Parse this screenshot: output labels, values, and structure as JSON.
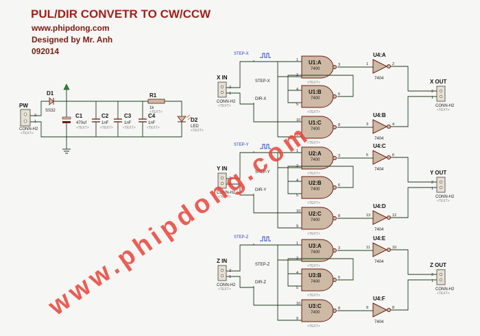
{
  "header": {
    "title": "PUL/DIR CONVETR TO CW/CCW",
    "website": "www.phipdong.com",
    "author": "Designed by Mr. Anh",
    "code": "092014"
  },
  "watermark": "www.phipdong.com",
  "power": {
    "connector_label": "PW",
    "connector_type": "CONN-H2",
    "text_tag": "<TEXT>",
    "pins": [
      "2",
      "1"
    ],
    "diode_ref": "D1",
    "diode_type": "SS32",
    "caps": [
      {
        "ref": "C1",
        "value": "470uf",
        "tag": "<TEXT>"
      },
      {
        "ref": "C2",
        "value": "1nF",
        "tag": "<TEXT>"
      },
      {
        "ref": "C3",
        "value": "1nF",
        "tag": "<TEXT>"
      },
      {
        "ref": "C4",
        "value": "1nF",
        "tag": "<TEXT>"
      }
    ],
    "resistor": {
      "ref": "R1",
      "value": "1k",
      "tag": "<TEXT>"
    },
    "led": {
      "ref": "D2",
      "type": "LED",
      "tag": "<TEXT>"
    }
  },
  "channels": [
    {
      "in_label": "X IN",
      "out_label": "X OUT",
      "conn": "CONN-H2",
      "tag": "<TEXT>",
      "step_probe": "STEP-X",
      "step_net": "STEP-X",
      "dir_net": "DIR-X",
      "gates": [
        {
          "ref": "U1:A",
          "type": "7400",
          "pins": [
            "1",
            "2",
            "3"
          ]
        },
        {
          "ref": "U1:B",
          "type": "7400",
          "pins": [
            "4",
            "5",
            "6"
          ]
        },
        {
          "ref": "U1:C",
          "type": "7400",
          "pins": [
            "10",
            "9",
            "8"
          ]
        }
      ],
      "inverters": [
        {
          "ref": "U4:A",
          "type": "7404",
          "pins": [
            "1",
            "2"
          ]
        },
        {
          "ref": "U4:B",
          "type": "7404",
          "pins": [
            "3",
            "4"
          ]
        }
      ]
    },
    {
      "in_label": "Y IN",
      "out_label": "Y OUT",
      "conn": "CONN-H2",
      "tag": "<TEXT>",
      "step_probe": "STEP-Y",
      "step_net": "STEP-Y",
      "dir_net": "DIR-Y",
      "gates": [
        {
          "ref": "U2:A",
          "type": "7400",
          "pins": [
            "1",
            "2",
            "3"
          ]
        },
        {
          "ref": "U2:B",
          "type": "7400",
          "pins": [
            "4",
            "5",
            "6"
          ]
        },
        {
          "ref": "U2:C",
          "type": "7400",
          "pins": [
            "10",
            "9",
            "8"
          ]
        }
      ],
      "inverters": [
        {
          "ref": "U4:C",
          "type": "7404",
          "pins": [
            "5",
            "6"
          ]
        },
        {
          "ref": "U4:D",
          "type": "7404",
          "pins": [
            "13",
            "12"
          ]
        }
      ]
    },
    {
      "in_label": "Z IN",
      "out_label": "Z OUT",
      "conn": "CONN-H2",
      "tag": "<TEXT>",
      "step_probe": "STEP-Z",
      "step_net": "STEP-Z",
      "dir_net": "DIR-Z",
      "gates": [
        {
          "ref": "U3:A",
          "type": "7400",
          "pins": [
            "1",
            "2",
            "3"
          ]
        },
        {
          "ref": "U3:B",
          "type": "7400",
          "pins": [
            "4",
            "5",
            "6"
          ]
        },
        {
          "ref": "U3:C",
          "type": "7400",
          "pins": [
            "10",
            "9",
            "8"
          ]
        }
      ],
      "inverters": [
        {
          "ref": "U4:E",
          "type": "7404",
          "pins": [
            "11",
            "10"
          ]
        },
        {
          "ref": "U4:F",
          "type": "7404",
          "pins": [
            "9",
            "8"
          ]
        }
      ]
    }
  ],
  "connector_pins": [
    "2",
    "1"
  ]
}
